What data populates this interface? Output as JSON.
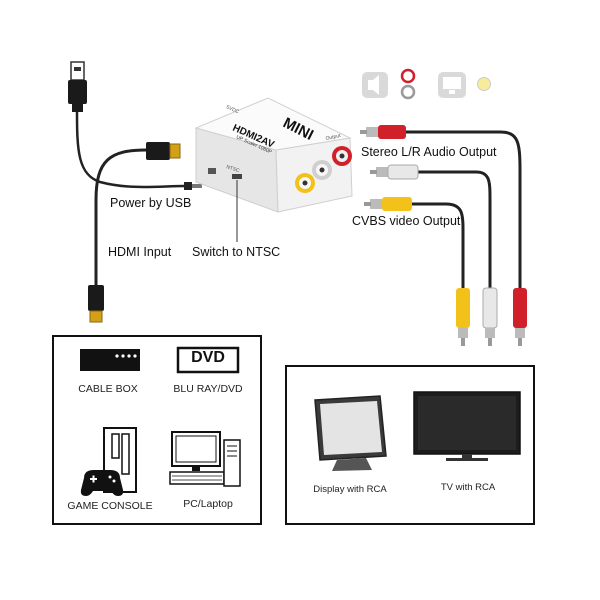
{
  "converter": {
    "brand": "MINI",
    "model": "HDMI2AV",
    "sub": "UP Scaler 1080P",
    "top_label": "5VDC",
    "side_label": "Output",
    "switch_label": "NTSC"
  },
  "labels": {
    "power_usb": "Power by USB",
    "hdmi_input": "HDMI Input",
    "switch_ntsc": "Switch to NTSC",
    "stereo_audio": "Stereo L/R Audio Output",
    "cvbs_video": "CVBS video Output"
  },
  "sources": {
    "cable_box": "CABLE BOX",
    "dvd_logo": "DVD",
    "blu_ray": "BLU RAY/DVD",
    "game_console": "GAME CONSOLE",
    "pc_laptop": "PC/Laptop"
  },
  "outputs": {
    "display_rca": "Display with RCA",
    "tv_rca": "TV with RCA"
  },
  "colors": {
    "red": "#d0212a",
    "white": "#e8e8e8",
    "yellow": "#f2c21a",
    "cable": "#222222",
    "border": "#111111"
  }
}
